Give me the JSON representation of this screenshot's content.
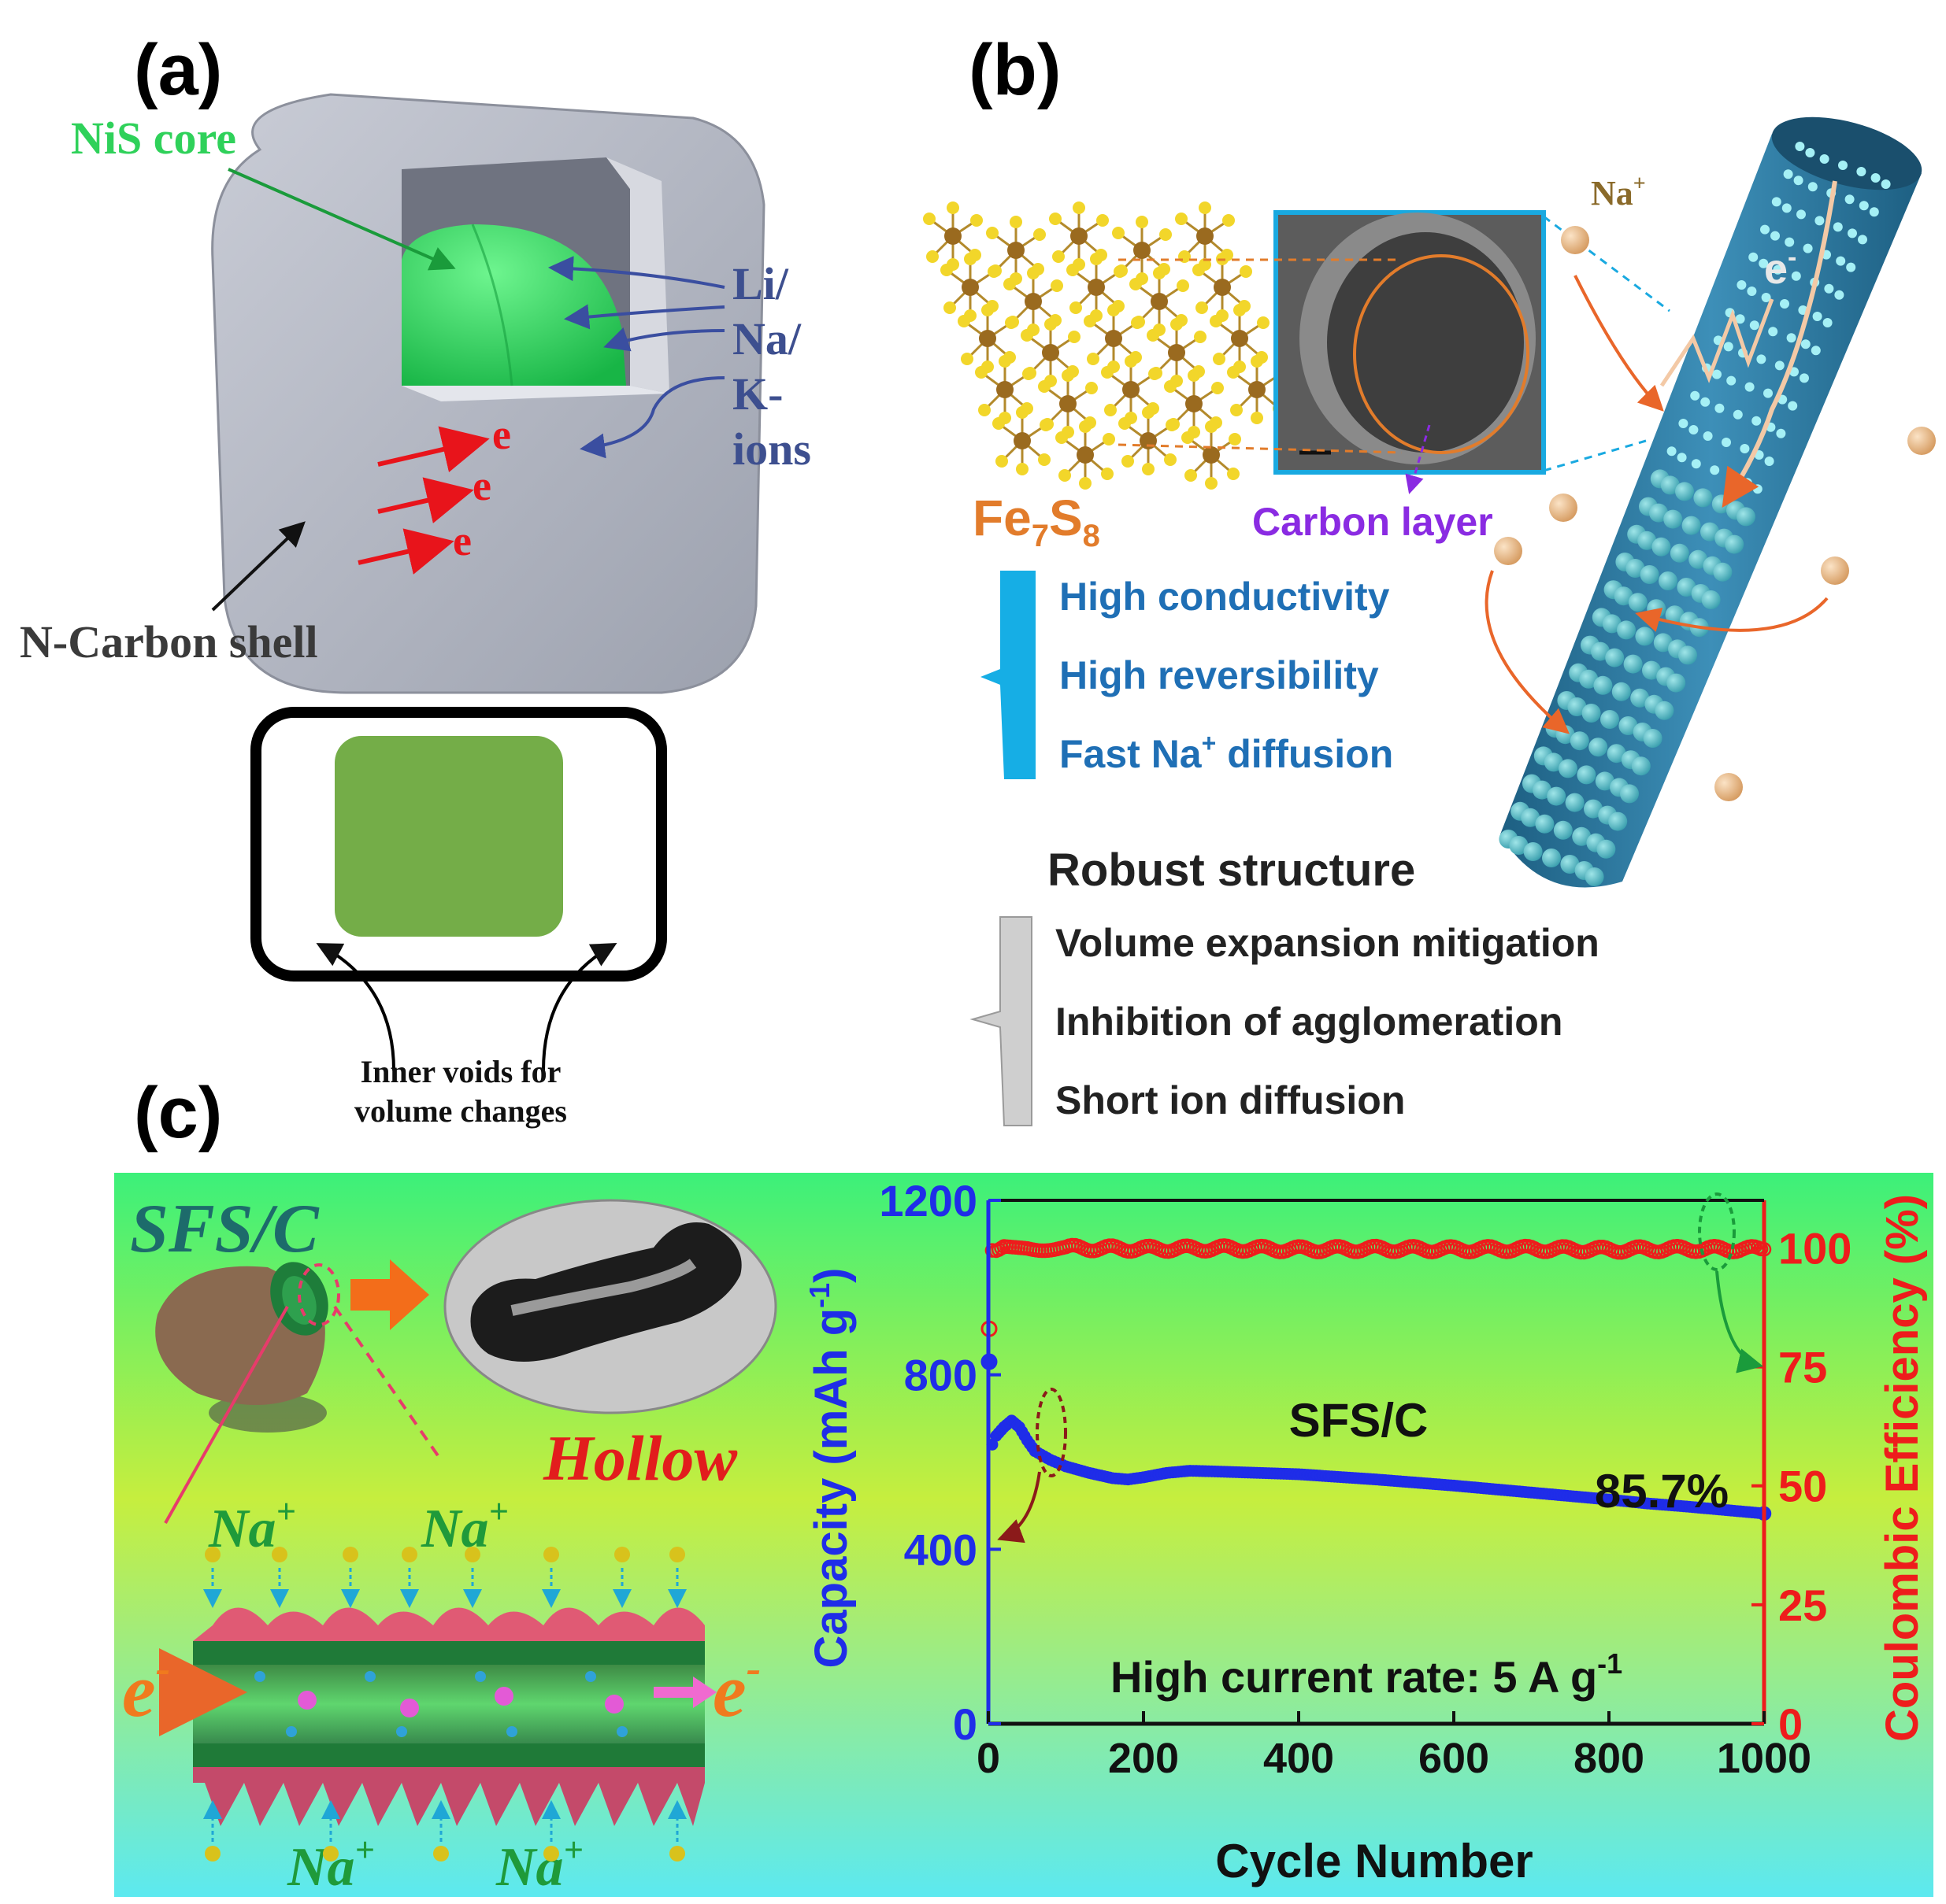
{
  "panels": {
    "a": {
      "label": "(a)",
      "core_label": "NiS core",
      "ion_lines": [
        "Li/",
        "Na/",
        "K-",
        "ions"
      ],
      "electron": "e",
      "shell_label": "N-Carbon shell",
      "voids_lines": [
        "Inner voids for",
        "volume changes"
      ],
      "colors": {
        "core": "#2fd15a",
        "shell": "#a9adb8",
        "arrow": "#e8141b",
        "ion_text": "#3d4f8f"
      }
    },
    "b": {
      "label": "(b)",
      "formula": {
        "Fe": "Fe",
        "sub1": "7",
        "S": "S",
        "sub2": "8"
      },
      "carbon_layer": "Carbon layer",
      "na_label": "Na",
      "na_sup": "+",
      "electron": "e",
      "electron_sup": "-",
      "blue_props": [
        "High conductivity",
        "High reversibility",
        "Fast Na"
      ],
      "blue_props_suffix": [
        "",
        "",
        " diffusion"
      ],
      "blue_props_sup": [
        "",
        "",
        "+"
      ],
      "robust_title": "Robust structure",
      "gray_props": [
        "Volume expansion mitigation",
        "Inhibition of agglomeration",
        "Short ion diffusion"
      ],
      "colors": {
        "blue_text": "#1f6fb5",
        "bracket_blue": "#16aee5",
        "tube": "#2f7ea7",
        "sphere": "#e7b98a"
      }
    },
    "c": {
      "label": "(c)",
      "title_italic": "SFS/C",
      "hollow": "Hollow",
      "na": "Na",
      "na_sup": "+",
      "e": "e",
      "e_sup": "-",
      "colors": {
        "bg_top": "#3cf07a",
        "bg_bottom": "#58e8f2",
        "green_text": "#1f9a3a",
        "orange_text": "#f07a1e",
        "red_text": "#e21d1d"
      }
    }
  },
  "chart_data": {
    "type": "scatter",
    "annotation_sample": "SFS/C",
    "annotation_retention": "85.7%",
    "annotation_rate": "High current rate: 5 A g",
    "annotation_rate_sup": "-1",
    "xlabel": "Cycle Number",
    "ylabel_left": "Capacity (mAh g",
    "ylabel_left_sup": "-1",
    "ylabel_left_end": ")",
    "ylabel_right": "Coulombic Efficiency (%)",
    "xlim": [
      0,
      1000
    ],
    "ylim_left": [
      0,
      1200
    ],
    "ylim_right": [
      0,
      110
    ],
    "x_ticks": [
      0,
      200,
      400,
      600,
      800,
      1000
    ],
    "y_left_ticks": [
      0,
      400,
      800,
      1200
    ],
    "y_right_ticks": [
      0,
      25,
      50,
      75,
      100
    ],
    "series": [
      {
        "axis": "left",
        "color": "#1f2de8",
        "x": [
          1,
          5,
          10,
          20,
          30,
          40,
          50,
          60,
          80,
          100,
          130,
          160,
          180,
          200,
          230,
          260,
          300,
          350,
          400,
          450,
          500,
          550,
          600,
          650,
          700,
          750,
          800,
          850,
          900,
          950,
          1000
        ],
        "y": [
          830,
          640,
          660,
          680,
          695,
          680,
          650,
          625,
          605,
          590,
          575,
          563,
          560,
          565,
          575,
          580,
          578,
          575,
          572,
          566,
          560,
          553,
          546,
          538,
          530,
          522,
          514,
          505,
          498,
          490,
          482
        ]
      },
      {
        "axis": "right",
        "color": "#ee1c1c",
        "x": [
          1,
          5,
          10,
          20,
          50,
          100,
          200,
          300,
          400,
          500,
          600,
          700,
          800,
          900,
          1000
        ],
        "y": [
          83,
          99,
          100,
          100,
          100,
          100,
          99.8,
          99.9,
          99.7,
          99.8,
          99.7,
          99.8,
          99.6,
          99.8,
          99.7
        ]
      }
    ]
  }
}
